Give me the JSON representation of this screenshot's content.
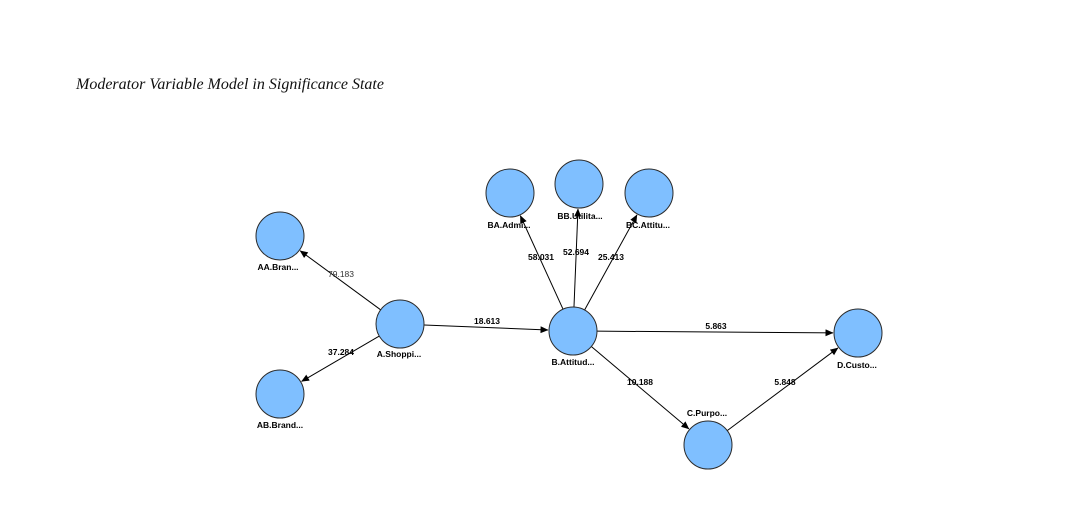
{
  "title": "Moderator Variable Model in Significance State",
  "colors": {
    "node_fill": "#7fbfff",
    "node_stroke": "#2a2a2a",
    "edge": "#000000"
  },
  "nodes": [
    {
      "id": "AA",
      "label": "AA.Bran..."
    },
    {
      "id": "AB",
      "label": "AB.Brand..."
    },
    {
      "id": "A",
      "label": "A.Shoppi..."
    },
    {
      "id": "BA",
      "label": "BA.Admi..."
    },
    {
      "id": "BB",
      "label": "BB.Utilita..."
    },
    {
      "id": "BC",
      "label": "BC.Attitu..."
    },
    {
      "id": "B",
      "label": "B.Attitud..."
    },
    {
      "id": "C",
      "label": "C.Purpo..."
    },
    {
      "id": "D",
      "label": "D.Custo..."
    }
  ],
  "edges": [
    {
      "from": "A",
      "to": "AA",
      "label": "79.183"
    },
    {
      "from": "A",
      "to": "AB",
      "label": "37.284"
    },
    {
      "from": "A",
      "to": "B",
      "label": "18.613"
    },
    {
      "from": "B",
      "to": "BA",
      "label": "58.031"
    },
    {
      "from": "B",
      "to": "BB",
      "label": "52.694"
    },
    {
      "from": "B",
      "to": "BC",
      "label": "25.413"
    },
    {
      "from": "B",
      "to": "D",
      "label": "5.863"
    },
    {
      "from": "B",
      "to": "C",
      "label": "10.188"
    },
    {
      "from": "C",
      "to": "D",
      "label": "5.848"
    }
  ]
}
